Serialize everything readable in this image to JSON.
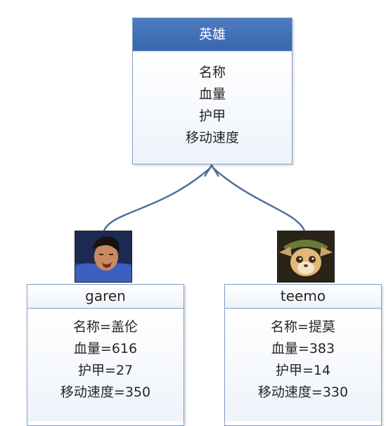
{
  "parent": {
    "title": "英雄",
    "attributes": [
      "名称",
      "血量",
      "护甲",
      "移动速度"
    ]
  },
  "children": [
    {
      "title": "garen",
      "attributes": [
        "名称=盖伦",
        "血量=616",
        "护甲=27",
        "移动速度=350"
      ],
      "avatar_icon": "garen-portrait"
    },
    {
      "title": "teemo",
      "attributes": [
        "名称=提莫",
        "血量=383",
        "护甲=14",
        "移动速度=330"
      ],
      "avatar_icon": "teemo-portrait"
    }
  ],
  "colors": {
    "parent_header": "#4a78bd",
    "border": "#7f9cc4",
    "arrow": "#4c6f9c"
  }
}
